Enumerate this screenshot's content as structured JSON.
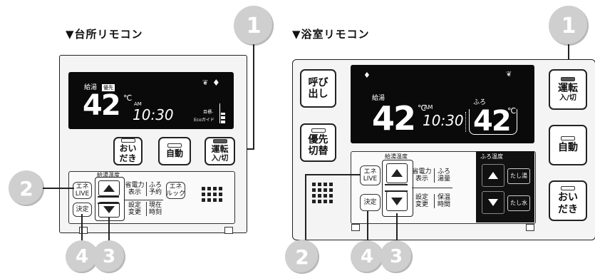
{
  "kitchen": {
    "title": "▼台所リモコン",
    "lcd": {
      "kyuto": "給湯",
      "yusen": "優先",
      "temp": "42",
      "deg": "℃",
      "am": "AM",
      "time": "10:30",
      "meyasu": "目標-",
      "eco_guide": "Ecoガイド"
    },
    "buttons": {
      "oidaki": "おい\nだき",
      "jido": "自動",
      "unten": "運転",
      "unten_sub": "入/切"
    },
    "cover": {
      "kyuto_ondo": "給湯温度",
      "ene_live": "エネ\nLIVE",
      "kettei": "決定",
      "shoden": "省電力\n表示",
      "furo_yoyaku": "ふろ\n予約",
      "ene_look": "エネ\nルック",
      "settei": "設定\n変更",
      "genzai": "現在\n時刻"
    }
  },
  "bath": {
    "title": "▼浴室リモコン",
    "lcd": {
      "kyuto": "給湯",
      "temp": "42",
      "deg": "℃",
      "am": "AM",
      "time": "10:30",
      "furo": "ふろ",
      "furo_temp": "42",
      "furo_deg": "℃"
    },
    "buttons": {
      "yobidashi": "呼び\n出し",
      "yusen": "優先\n切替",
      "unten": "運転",
      "unten_sub": "入/切",
      "jido": "自動",
      "oidaki": "おい\nだき"
    },
    "cover": {
      "kyuto_ondo": "給湯温度",
      "ene_live": "エネ\nLIVE",
      "kettei": "決定",
      "shoden": "省電力\n表示",
      "furo_yuryo": "ふろ\n湯量",
      "settei": "設定\n変更",
      "hoon": "保温\n時間",
      "furo_ondo": "ふろ温度",
      "tashiyu": "たし湯",
      "tashimizu": "たし水"
    }
  },
  "callouts": {
    "one": "1",
    "two": "2",
    "three": "3",
    "four": "4"
  }
}
